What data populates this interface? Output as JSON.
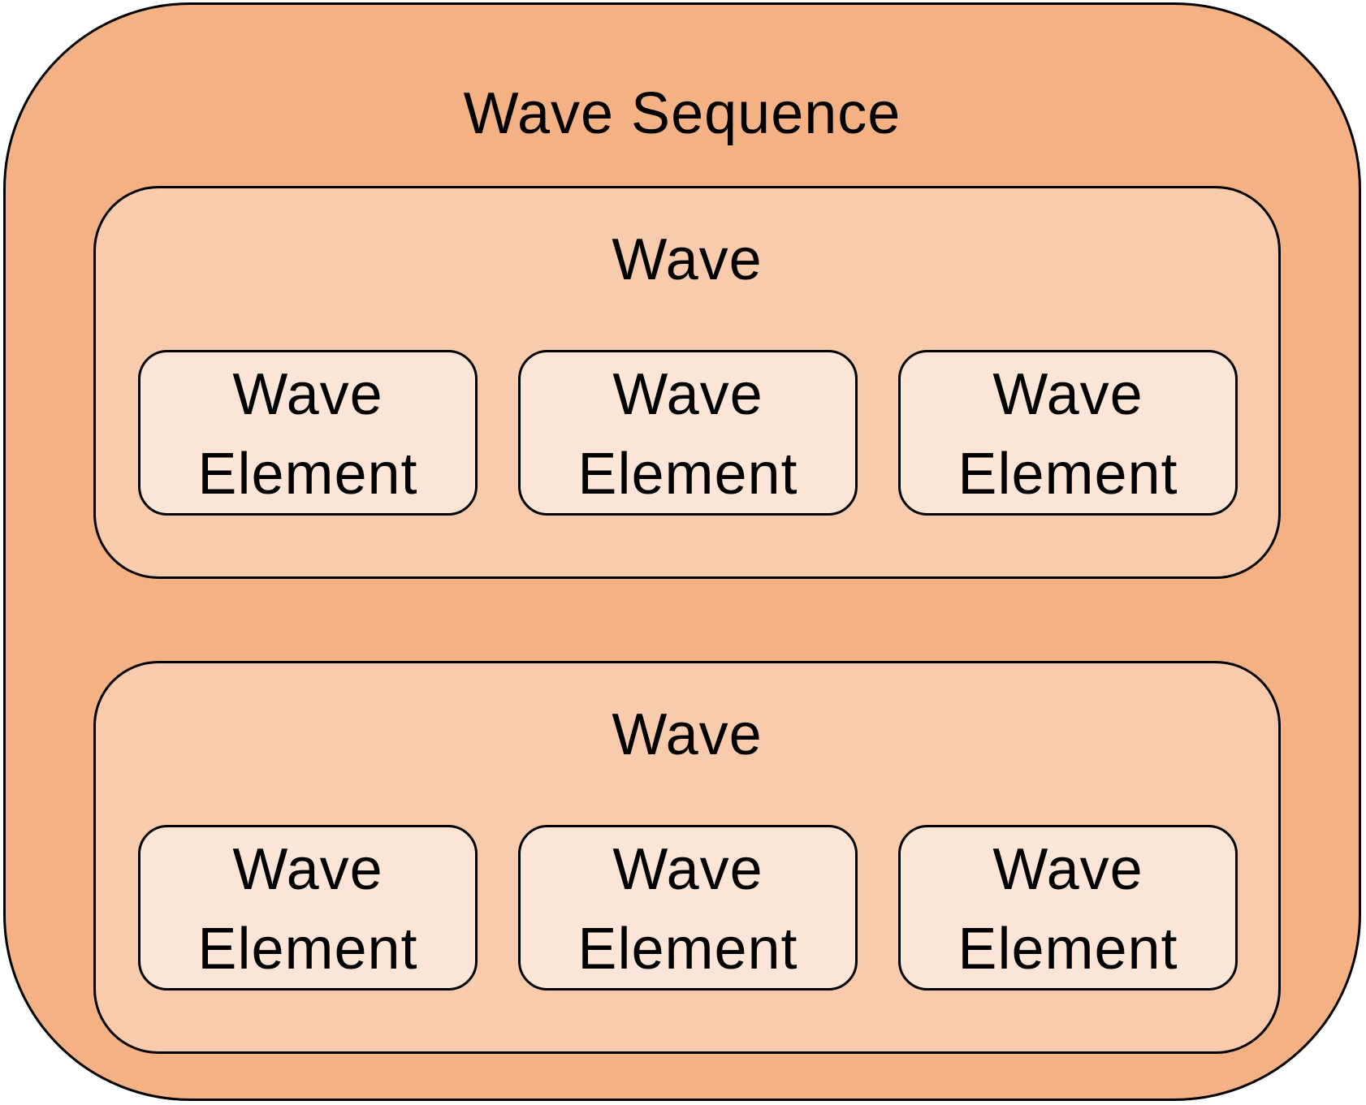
{
  "diagram": {
    "sequence_title": "Wave Sequence",
    "waves": [
      {
        "title": "Wave",
        "elements": [
          {
            "line1": "Wave",
            "line2": "Element"
          },
          {
            "line1": "Wave",
            "line2": "Element"
          },
          {
            "line1": "Wave",
            "line2": "Element"
          }
        ]
      },
      {
        "title": "Wave",
        "elements": [
          {
            "line1": "Wave",
            "line2": "Element"
          },
          {
            "line1": "Wave",
            "line2": "Element"
          },
          {
            "line1": "Wave",
            "line2": "Element"
          }
        ]
      }
    ]
  },
  "colors": {
    "sequence_fill": "#f4b183",
    "wave_fill": "#f8cbad",
    "element_fill": "#fbe5d6",
    "outline": "#000000"
  }
}
